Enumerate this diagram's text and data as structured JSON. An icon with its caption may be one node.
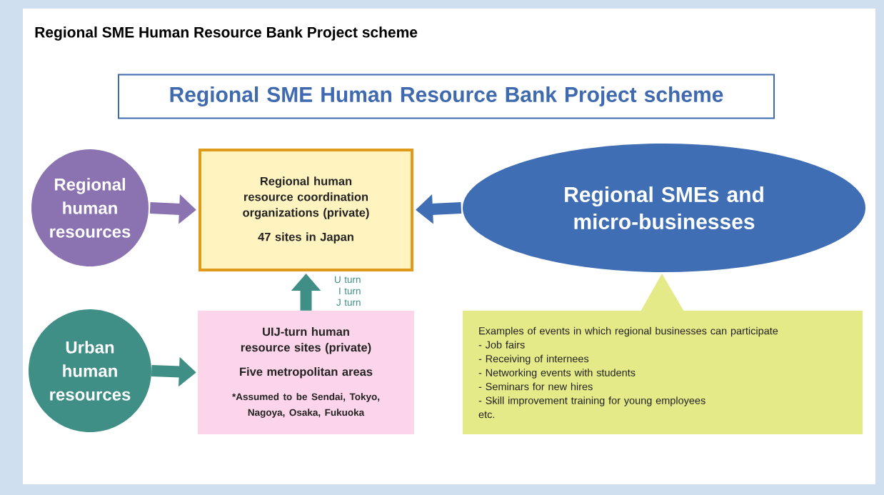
{
  "diagram": {
    "title": "Regional SME Human Resource Bank Project scheme",
    "nodes": [
      {
        "text": [
          "Regional SME Human Resource Bank Project scheme"
        ]
      },
      {
        "text": [
          "Regional human resources"
        ]
      },
      {
        "text": [
          "Regional human resource coordination organizations (private)",
          "47 sites in Japan"
        ]
      },
      {
        "text": [
          "Regional SMEs and micro-businesses"
        ]
      },
      {
        "text": [
          "Urban human resources"
        ]
      },
      {
        "text": [
          "UIJ-turn human resource sites (private)",
          "Five metropolitan areas",
          "*Assumed to be Sendai, Tokyo, Nagoya, Osaka, Fukuoka"
        ]
      },
      {
        "text": [
          "Examples of events in which regional businesses can participate",
          "- Job fairs",
          "- Receiving of internees",
          "- Networking events with students",
          "- Seminars for new hires",
          "- Skill improvement training for young employees",
          "etc."
        ]
      }
    ],
    "edges": [
      {
        "from": 1,
        "to": 2,
        "arrow": "to",
        "color": "#8a73b0"
      },
      {
        "from": 3,
        "to": 2,
        "arrow": "to",
        "color": "#3f6eb5"
      },
      {
        "from": 4,
        "to": 5,
        "arrow": "to",
        "color": "#3f8f87"
      },
      {
        "from": 5,
        "to": 2,
        "arrow": "to",
        "color": "#3f8f87",
        "label": "U turn I turn J turn"
      }
    ]
  }
}
